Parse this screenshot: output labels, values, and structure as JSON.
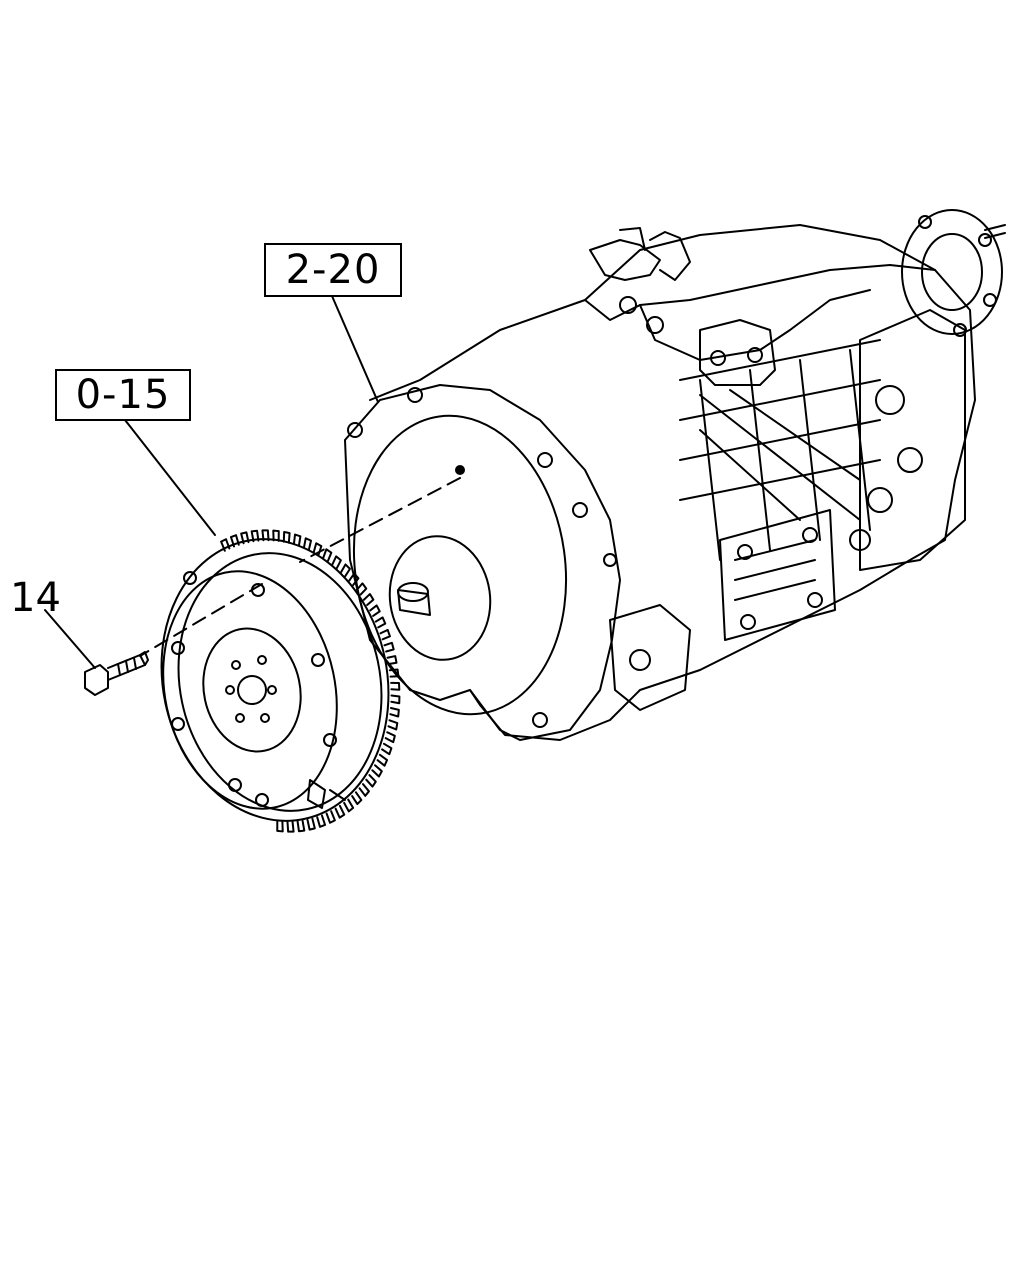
{
  "callouts": {
    "transmission": "2-20",
    "flywheel": "0-15",
    "bolt": "14"
  }
}
